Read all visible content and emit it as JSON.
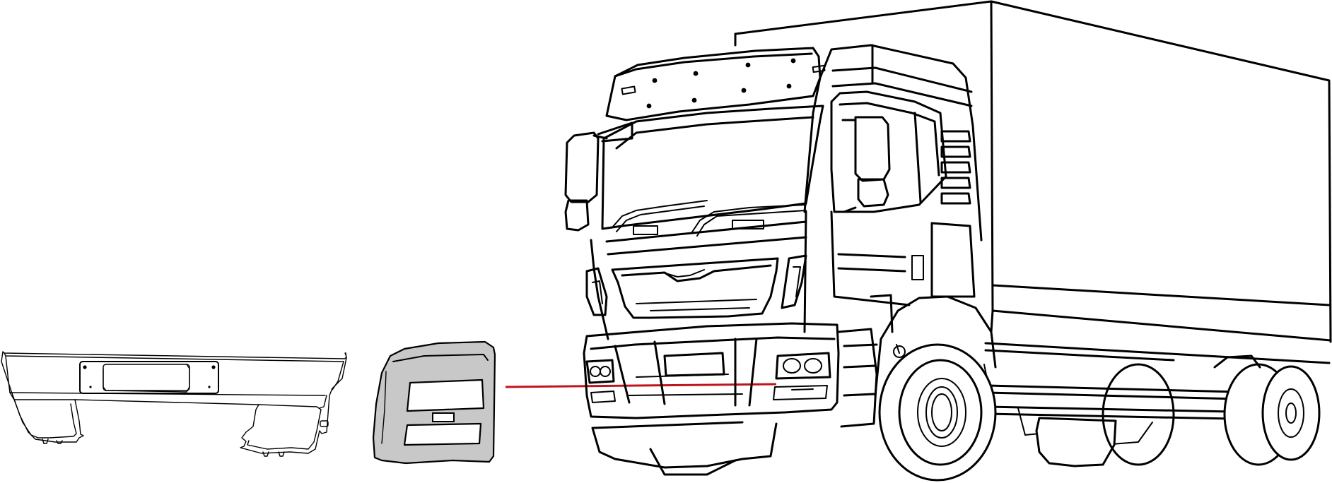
{
  "diagram": {
    "parts": [
      {
        "id": "front-bumper",
        "depiction": "bumper-outline"
      },
      {
        "id": "headlamp-bezel",
        "depiction": "bezel-grey-fill"
      },
      {
        "id": "truck",
        "depiction": "box-truck-line-drawing"
      }
    ],
    "callout": {
      "from": "headlamp-bezel",
      "to": "truck-right-bumper-lamp"
    },
    "colors": {
      "line": "#000000",
      "callout": "#c0141b",
      "bezel_fill": "#c8c8c8",
      "background": "#ffffff"
    }
  }
}
